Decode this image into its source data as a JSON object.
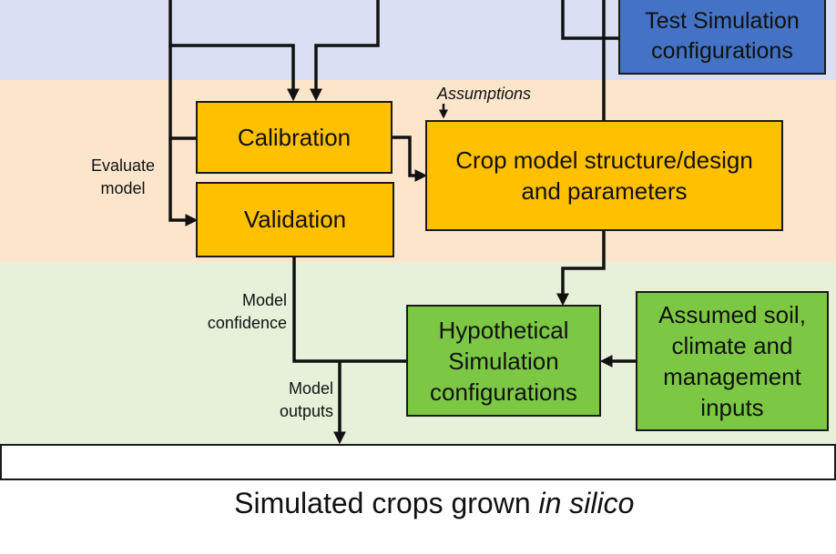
{
  "boxes": {
    "test_simulation": {
      "line1": "Test Simulation",
      "line2": "configurations"
    },
    "calibration": "Calibration",
    "validation": "Validation",
    "crop_model": {
      "line1": "Crop model structure/design",
      "line2": "and parameters"
    },
    "hypothetical": {
      "line1": "Hypothetical",
      "line2": "Simulation",
      "line3": "configurations"
    },
    "assumed_inputs": {
      "line1": "Assumed soil,",
      "line2": "climate and",
      "line3": "management",
      "line4": "inputs"
    },
    "simulated_crops": {
      "text": "Simulated crops grown ",
      "italic": "in silico"
    }
  },
  "labels": {
    "assumptions": "Assumptions",
    "evaluate_model": {
      "line1": "Evaluate",
      "line2": "model"
    },
    "model_confidence": {
      "line1": "Model",
      "line2": "confidence"
    },
    "model_outputs": {
      "line1": "Model",
      "line2": "outputs"
    }
  },
  "colors": {
    "band_top": "#d9e0f3",
    "band_mid": "#fbe6cc",
    "band_bot": "#e7f1da",
    "orange_box": "#ffc000",
    "green_box": "#7cc845",
    "blue_box": "#4472c4"
  }
}
